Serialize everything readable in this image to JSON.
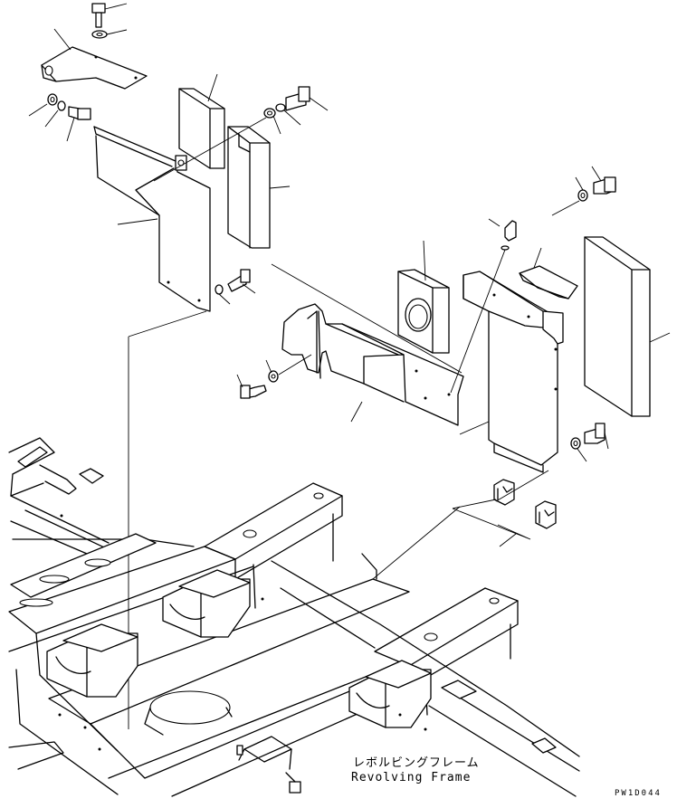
{
  "caption": {
    "japanese": "レボルビングフレーム",
    "english": "Revolving Frame"
  },
  "drawing_code": "PW1D044"
}
